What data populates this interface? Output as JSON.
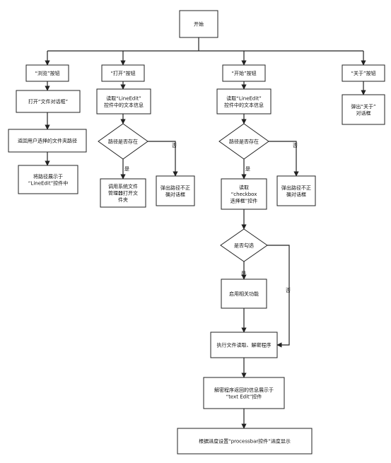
{
  "nodes": {
    "start": [
      "开始"
    ],
    "btn_browse": [
      "“浏览”按钮"
    ],
    "btn_open": [
      "“打开”按钮"
    ],
    "btn_begin": [
      "“开始”按钮"
    ],
    "btn_about": [
      "“关于”按钮"
    ],
    "open_dialog": [
      "打开“文件对话框”"
    ],
    "return_path": [
      "返回用户选择的文件夹路径"
    ],
    "show_path": [
      "将路径展示于",
      "“LineEdit”控件中"
    ],
    "read_lineedit_1": [
      "读取“LineEdit”",
      "控件中的文本信息"
    ],
    "path_exists_1": [
      "路径是否存在"
    ],
    "open_file_manager": [
      "调用系统文件",
      "管理器打开文",
      "件夹"
    ],
    "path_error_1": [
      "弹出路径不正",
      "确对话框"
    ],
    "read_lineedit_2": [
      "读取“LineEdit”",
      "控件中的文本信息"
    ],
    "path_exists_2": [
      "路径是否存在"
    ],
    "read_checkbox": [
      "读取",
      "“checkbox",
      "选择框”控件"
    ],
    "path_error_2": [
      "弹出路径不正",
      "确对话框"
    ],
    "is_checked": [
      "是否勾选"
    ],
    "enable_feature": [
      "启用相关功能"
    ],
    "run_decrypt": [
      "执行文件读取、解密程序"
    ],
    "show_result": [
      "解密程序返回的信息展示于",
      "“text Edit”控件"
    ],
    "progress": [
      "根据进度设置“processbar控件”进度显示"
    ],
    "about_dialog": [
      "弹出“关于”",
      "对话框"
    ]
  },
  "edge_labels": {
    "yes": "是",
    "no": "否"
  }
}
